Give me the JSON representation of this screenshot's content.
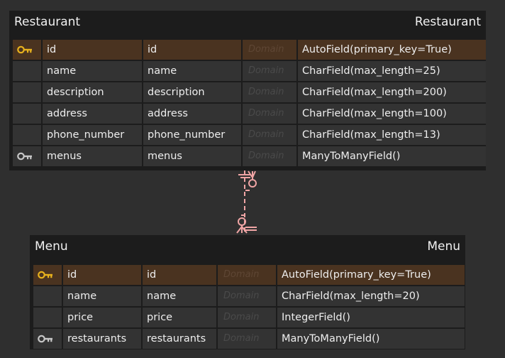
{
  "entities": [
    {
      "title_left": "Restaurant",
      "title_right": "Restaurant",
      "rows": [
        {
          "key": "pk-key-icon",
          "name": "id",
          "column": "id",
          "domain": "Domain",
          "type": "AutoField(primary_key=True)"
        },
        {
          "key": "",
          "name": "name",
          "column": "name",
          "domain": "Domain",
          "type": "CharField(max_length=25)"
        },
        {
          "key": "",
          "name": "description",
          "column": "description",
          "domain": "Domain",
          "type": "CharField(max_length=200)"
        },
        {
          "key": "",
          "name": "address",
          "column": "address",
          "domain": "Domain",
          "type": "CharField(max_length=100)"
        },
        {
          "key": "",
          "name": "phone_number",
          "column": "phone_number",
          "domain": "Domain",
          "type": "CharField(max_length=13)"
        },
        {
          "key": "fk-key-icon",
          "name": "menus",
          "column": "menus",
          "domain": "Domain",
          "type": "ManyToManyField()"
        }
      ]
    },
    {
      "title_left": "Menu",
      "title_right": "Menu",
      "rows": [
        {
          "key": "pk-key-icon",
          "name": "id",
          "column": "id",
          "domain": "Domain",
          "type": "AutoField(primary_key=True)"
        },
        {
          "key": "",
          "name": "name",
          "column": "name",
          "domain": "Domain",
          "type": "CharField(max_length=20)"
        },
        {
          "key": "",
          "name": "price",
          "column": "price",
          "domain": "Domain",
          "type": "IntegerField()"
        },
        {
          "key": "fk-key-icon",
          "name": "restaurants",
          "column": "restaurants",
          "domain": "Domain",
          "type": "ManyToManyField()"
        }
      ]
    }
  ],
  "colors": {
    "background": "#2f2f2f",
    "entity": "#1c1c1c",
    "cell": "#333333",
    "pk_row": "#4a3320",
    "pk_key": "#e8b21d",
    "fk_key": "#c7c7c7",
    "relationship": "#f0a5a5"
  }
}
